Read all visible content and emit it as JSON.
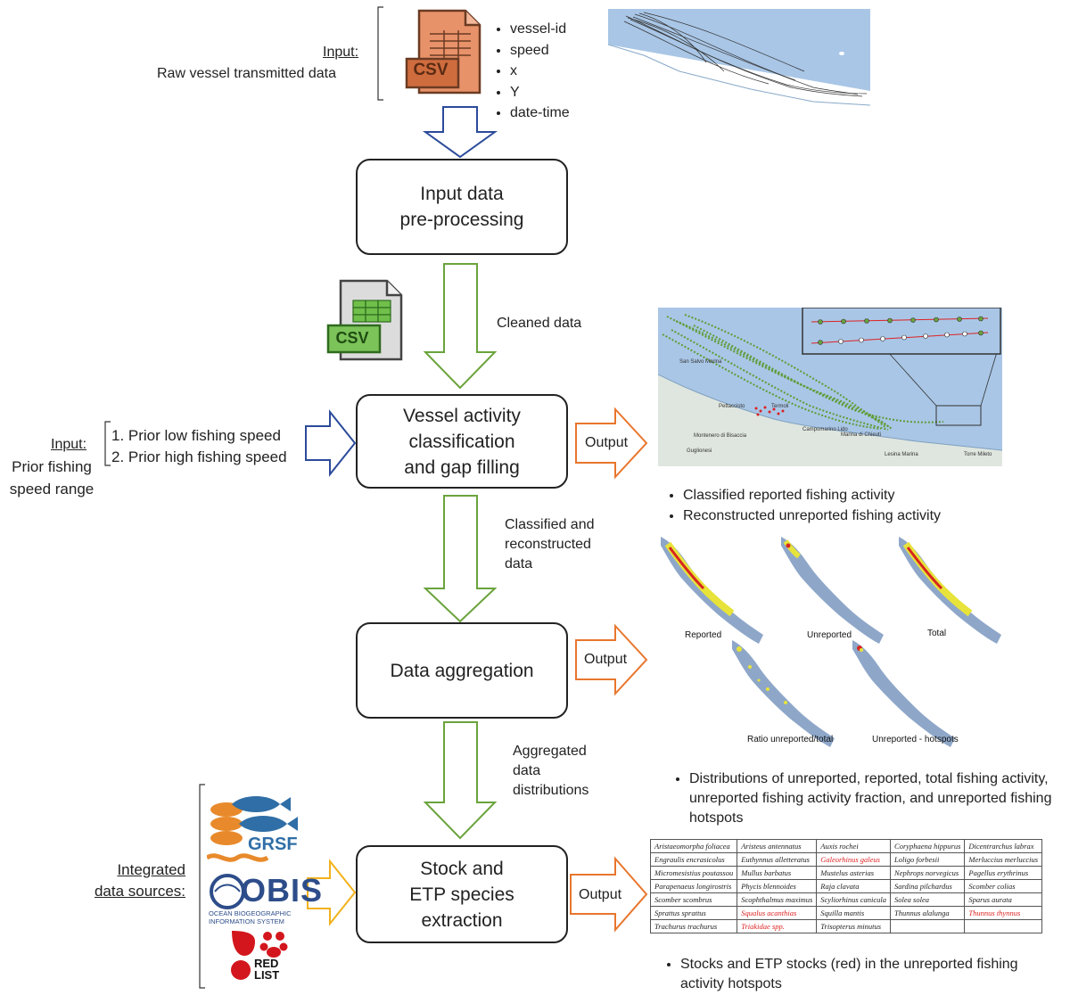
{
  "input_raw": {
    "label": "Input:",
    "desc": "Raw vessel transmitted data",
    "csv_badge": "CSV",
    "fields": [
      "vessel-id",
      "speed",
      "x",
      "Y",
      "date-time"
    ]
  },
  "steps": {
    "preprocess": "Input data\npre-processing",
    "classification": "Vessel activity\nclassification\nand gap filling",
    "aggregation": "Data aggregation",
    "extraction": "Stock and\nETP species\nextraction"
  },
  "flows": {
    "cleaned": "Cleaned data",
    "classified": "Classified and\nreconstructed\ndata",
    "aggregated": "Aggregated\ndata\ndistributions"
  },
  "cleaned_csv_badge": "CSV",
  "prior_speed": {
    "label": "Input:",
    "desc": "Prior fishing\nspeed range",
    "items": [
      "1. Prior low fishing speed",
      "2. Prior high fishing speed"
    ]
  },
  "output_label": "Output",
  "outputs": {
    "classification_bullets": [
      "Classified reported fishing activity",
      "Reconstructed unreported fishing activity"
    ],
    "aggregation_bullets": [
      "Distributions of unreported, reported, total fishing activity, unreported fishing activity fraction, and unreported fishing hotspots"
    ],
    "extraction_bullets": [
      "Stocks and ETP stocks (red) in the unreported fishing activity hotspots"
    ],
    "map_labels": {
      "reported": "Reported",
      "unreported": "Unreported",
      "total": "Total",
      "ratio": "Ratio unreported/total",
      "hotspots": "Unreported - hotspots"
    },
    "place_names": [
      "San Salvo Marina",
      "Pettaccisto",
      "Termoli",
      "Campomarino Lido",
      "Marina di Chieuti",
      "Lesina Marina",
      "Torre Mileto",
      "Montenero di Bisaccia",
      "Guglionesi"
    ]
  },
  "sources": {
    "label": "Integrated\ndata sources:",
    "grsf": "GRSF",
    "obis": "OBIS",
    "obis_sub": "OCEAN BIOGEOGRAPHIC\nINFORMATION SYSTEM",
    "redlist": "RED\nLIST"
  },
  "species_table": [
    [
      {
        "t": "Aristaeomorpha foliacea"
      },
      {
        "t": "Aristeus antennatus"
      },
      {
        "t": "Auxis rochei"
      },
      {
        "t": "Coryphaena hippurus"
      },
      {
        "t": "Dicentrarchus labrax"
      }
    ],
    [
      {
        "t": "Engraulis encrasicolus"
      },
      {
        "t": "Euthynnus alletteratus"
      },
      {
        "t": "Galeorhinus galeus",
        "red": true
      },
      {
        "t": "Loligo forbesii"
      },
      {
        "t": "Merluccius merluccius"
      }
    ],
    [
      {
        "t": "Micromesistius poutassou"
      },
      {
        "t": "Mullus barbatus"
      },
      {
        "t": "Mustelus asterias"
      },
      {
        "t": "Nephrops norvegicus"
      },
      {
        "t": "Pagellus erythrinus"
      }
    ],
    [
      {
        "t": "Parapenaeus longirostris"
      },
      {
        "t": "Phycis blennoides"
      },
      {
        "t": "Raja clavata"
      },
      {
        "t": "Sardina pilchardus"
      },
      {
        "t": "Scomber colias"
      }
    ],
    [
      {
        "t": "Scomber scombrus"
      },
      {
        "t": "Scophthalmus maximus"
      },
      {
        "t": "Scyliorhinus canicula"
      },
      {
        "t": "Solea solea"
      },
      {
        "t": "Sparus aurata"
      }
    ],
    [
      {
        "t": "Sprattus sprattus"
      },
      {
        "t": "Squalus acanthias",
        "red": true
      },
      {
        "t": "Squilla mantis"
      },
      {
        "t": "Thunnus alalunga"
      },
      {
        "t": "Thunnus thynnus",
        "red": true
      }
    ],
    [
      {
        "t": "Trachurus trachurus"
      },
      {
        "t": "Triakidae spp.",
        "red": true
      },
      {
        "t": "Trisopterus minutus"
      },
      {
        "t": ""
      },
      {
        "t": ""
      }
    ]
  ],
  "colors": {
    "blue_arrow": "#2b4a9a",
    "green_arrow": "#6aa33c",
    "orange_arrow": "#e8762d",
    "yellow_arrow": "#f2b21b",
    "sea": "#a9c6e6",
    "land": "#dfe6df",
    "track": "#555",
    "fishing_green": "#6aa33c",
    "red": "#d22"
  }
}
